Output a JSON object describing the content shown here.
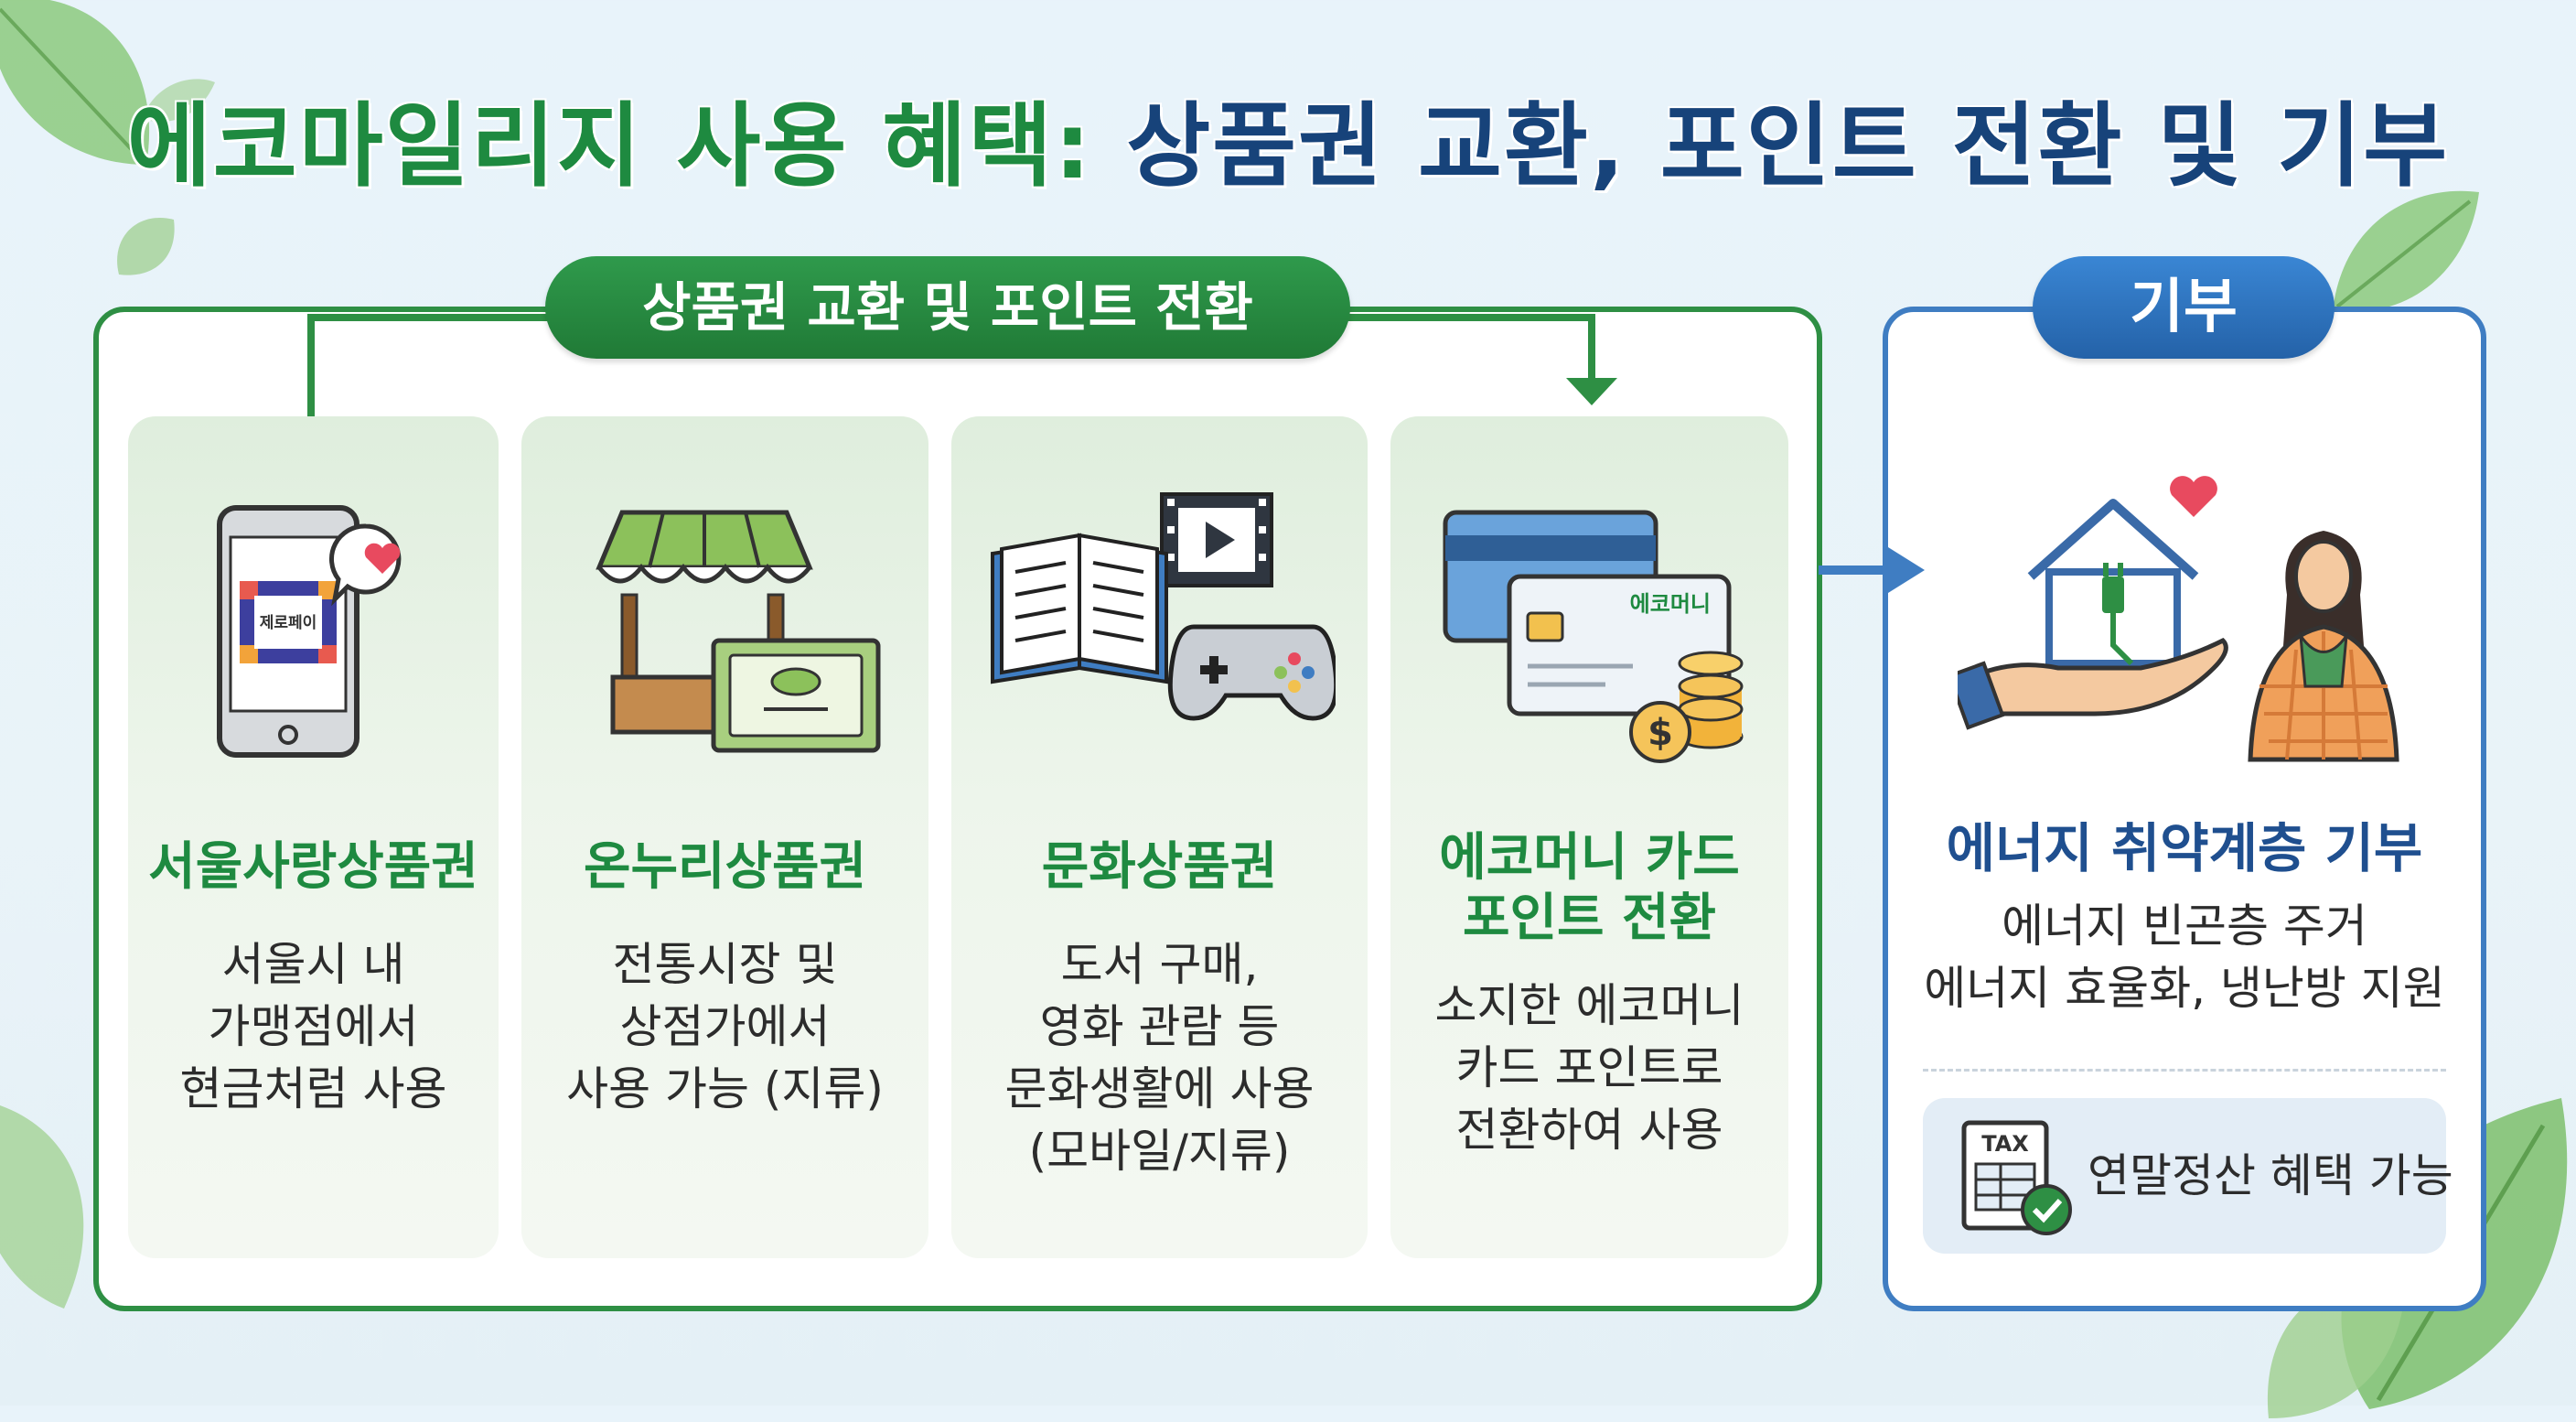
{
  "title": {
    "green_part": "에코마일리지 사용 혜택:",
    "navy_part": "상품권 교환, 포인트 전환 및 기부"
  },
  "exchange_section": {
    "label": "상품권 교환 및 포인트 전환",
    "cards": [
      {
        "title": "서울사랑상품권",
        "desc": [
          "서울시 내",
          "가맹점에서",
          "현금처럼 사용"
        ],
        "icon": "smartphone-qr-icon",
        "icon_text": "제로페이"
      },
      {
        "title": "온누리상품권",
        "desc": [
          "전통시장 및",
          "상점가에서",
          "사용 가능 (지류)"
        ],
        "icon": "market-stall-voucher-icon"
      },
      {
        "title": "문화상품권",
        "desc": [
          "도서 구매,",
          "영화 관람 등",
          "문화생활에 사용",
          "(모바일/지류)"
        ],
        "icon": "book-film-gamepad-icon"
      },
      {
        "title": [
          "에코머니 카드",
          "포인트 전환"
        ],
        "desc": [
          "소지한 에코머니",
          "카드 포인트로",
          "전환하여 사용"
        ],
        "icon": "ecomoney-card-coins-icon",
        "icon_text": "에코머니"
      }
    ]
  },
  "donation_section": {
    "label": "기부",
    "title": "에너지 취약계층 기부",
    "desc": [
      "에너지 빈곤층 주거",
      "에너지 효율화, 냉난방 지원"
    ],
    "icon": "house-hand-person-icon",
    "tax": {
      "icon_text": "TAX",
      "label": "연말정산 혜택 가능"
    }
  },
  "colors": {
    "green": "#1e8a40",
    "navy": "#17437a",
    "blue": "#3f7dc2",
    "card_bg": "#e6f1e4"
  }
}
